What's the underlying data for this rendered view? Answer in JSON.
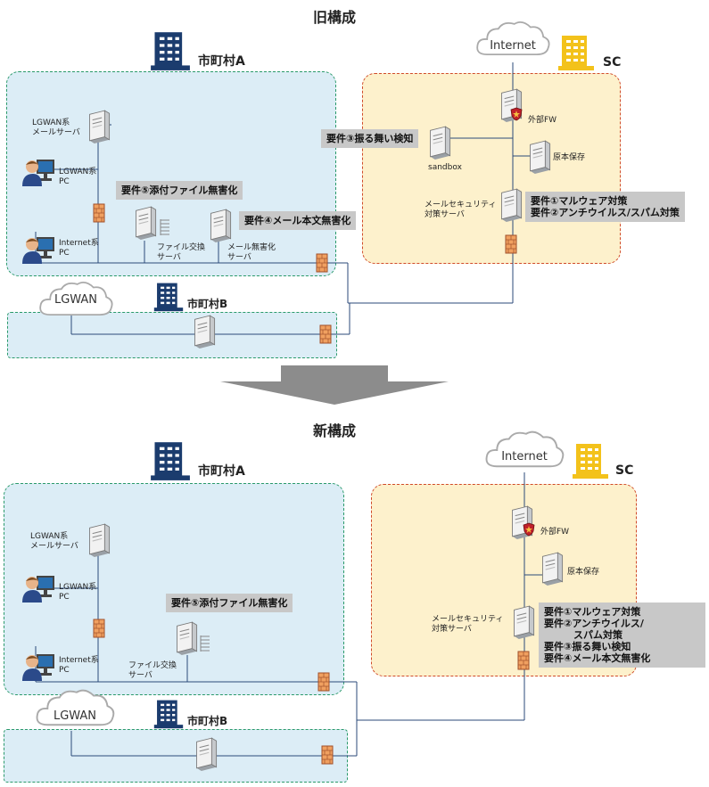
{
  "old": {
    "title": "旧構成",
    "town_a": "市町村A",
    "town_b": "市町村B",
    "sc": "SC",
    "internet": "Internet",
    "lgwan": "LGWAN",
    "labels": {
      "lgwan_mail": "LGWAN系\nメールサーバ",
      "lgwan_pc": "LGWAN系\nPC",
      "internet_pc": "Internet系\nPC",
      "file_exchange": "ファイル交換\nサーバ",
      "mail_sanitize": "メール無害化\nサーバ",
      "external_fw": "外部FW",
      "sandbox": "sandbox",
      "archive": "原本保存",
      "mail_security": "メールセキュリティ\n対策サーバ"
    },
    "requirements": {
      "req5": "要件⑤添付ファイル無害化",
      "req4": "要件④メール本文無害化",
      "req3": "要件③振る舞い検知",
      "req12": "要件①マルウェア対策\n要件②アンチウイルス/スパム対策"
    }
  },
  "new": {
    "title": "新構成",
    "town_a": "市町村A",
    "town_b": "市町村B",
    "sc": "SC",
    "internet": "Internet",
    "lgwan": "LGWAN",
    "labels": {
      "lgwan_mail": "LGWAN系\nメールサーバ",
      "lgwan_pc": "LGWAN系\nPC",
      "internet_pc": "Internet系\nPC",
      "file_exchange": "ファイル交換\nサーバ",
      "external_fw": "外部FW",
      "archive": "原本保存",
      "mail_security": "メールセキュリティ\n対策サーバ"
    },
    "requirements": {
      "req5": "要件⑤添付ファイル無害化",
      "all": "要件①マルウェア対策\n要件②アンチウイルス/\n　　　スパム対策\n要件③振る舞い検知\n要件④メール本文無害化"
    }
  }
}
